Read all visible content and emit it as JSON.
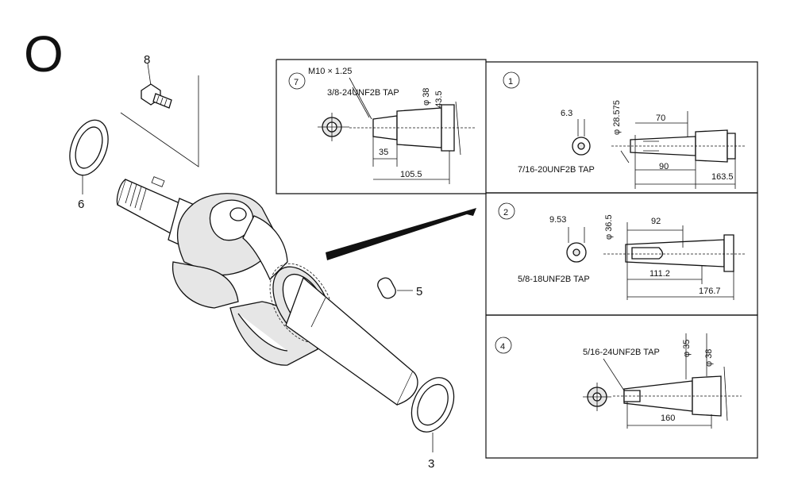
{
  "section_letter": "O",
  "callouts": {
    "bolt": "8",
    "washer_top": "6",
    "key": "5",
    "washer_bottom": "3"
  },
  "panel_7": {
    "number": "7",
    "thread": "M10 × 1.25",
    "tap": "3/8-24UNF2B TAP",
    "dia_1": "φ 38",
    "dia_2": "φ 43.5",
    "len_1": "35",
    "len_2": "105.5"
  },
  "panel_1": {
    "number": "1",
    "small_dim": "6.3",
    "dia": "φ 28.575",
    "len_top": "70",
    "tap": "7/16-20UNF2B TAP",
    "len_mid": "90",
    "len_total": "163.5"
  },
  "panel_2": {
    "number": "2",
    "small_dim": "9.53",
    "dia": "φ 36.5",
    "len_top": "92",
    "tap": "5/8-18UNF2B TAP",
    "len_mid": "111.2",
    "len_total": "176.7"
  },
  "panel_4": {
    "number": "4",
    "tap": "5/16-24UNF2B TAP",
    "dia_1": "φ 35",
    "dia_2": "φ 38",
    "len": "160"
  }
}
